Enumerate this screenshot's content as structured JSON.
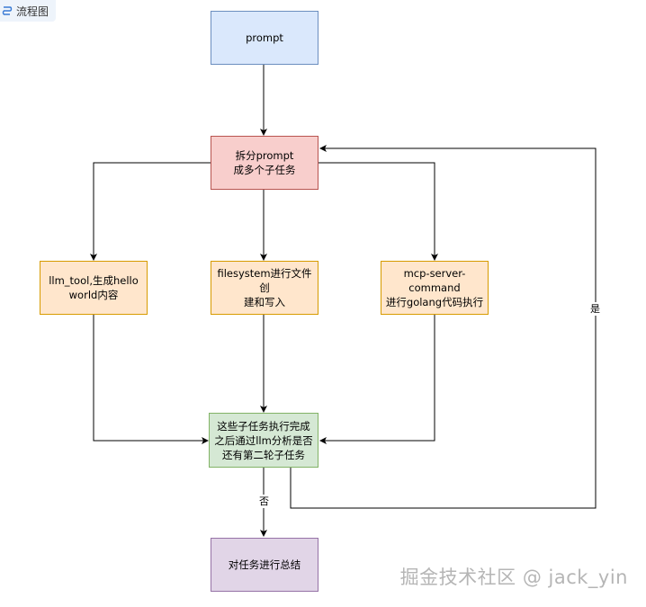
{
  "header": {
    "tag_label": "流程图",
    "tag_icon": "flowchart-icon"
  },
  "nodes": {
    "prompt": "prompt",
    "split": "拆分prompt\n成多个子任务",
    "llm_tool": "llm_tool,生成hello\nworld内容",
    "filesystem": "filesystem进行文件创\n建和写入",
    "mcp": "mcp-server-command\n进行golang代码执行",
    "check": "这些子任务执行完成\n之后通过llm分析是否\n还有第二轮子任务",
    "summary": "对任务进行总结"
  },
  "edge_labels": {
    "yes": "是",
    "no": "否"
  },
  "watermark": "掘金技术社区 @ jack_yin",
  "colors": {
    "blue_fill": "#dae8fc",
    "red_fill": "#f8cecc",
    "orange_fill": "#ffe6cc",
    "green_fill": "#d5e8d4",
    "purple_fill": "#e1d5e7"
  }
}
